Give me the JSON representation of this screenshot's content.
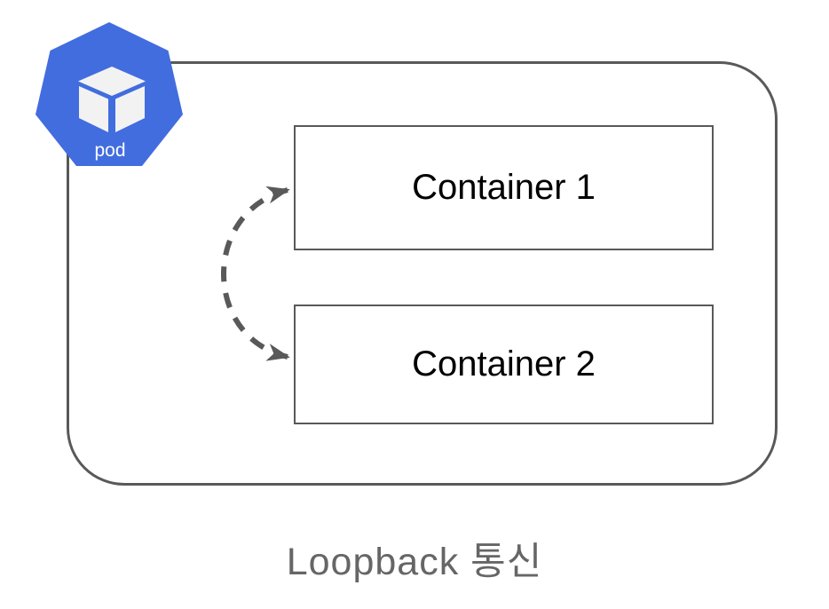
{
  "pod": {
    "label": "pod",
    "color": "#426DDF",
    "cube_color": "#F2F2F2"
  },
  "boundary": {
    "border_color": "#595959"
  },
  "containers": [
    {
      "label": "Container 1"
    },
    {
      "label": "Container 2"
    }
  ],
  "arrow": {
    "color": "#595959"
  },
  "caption": {
    "text": "Loopback 통신",
    "color": "#666666"
  }
}
